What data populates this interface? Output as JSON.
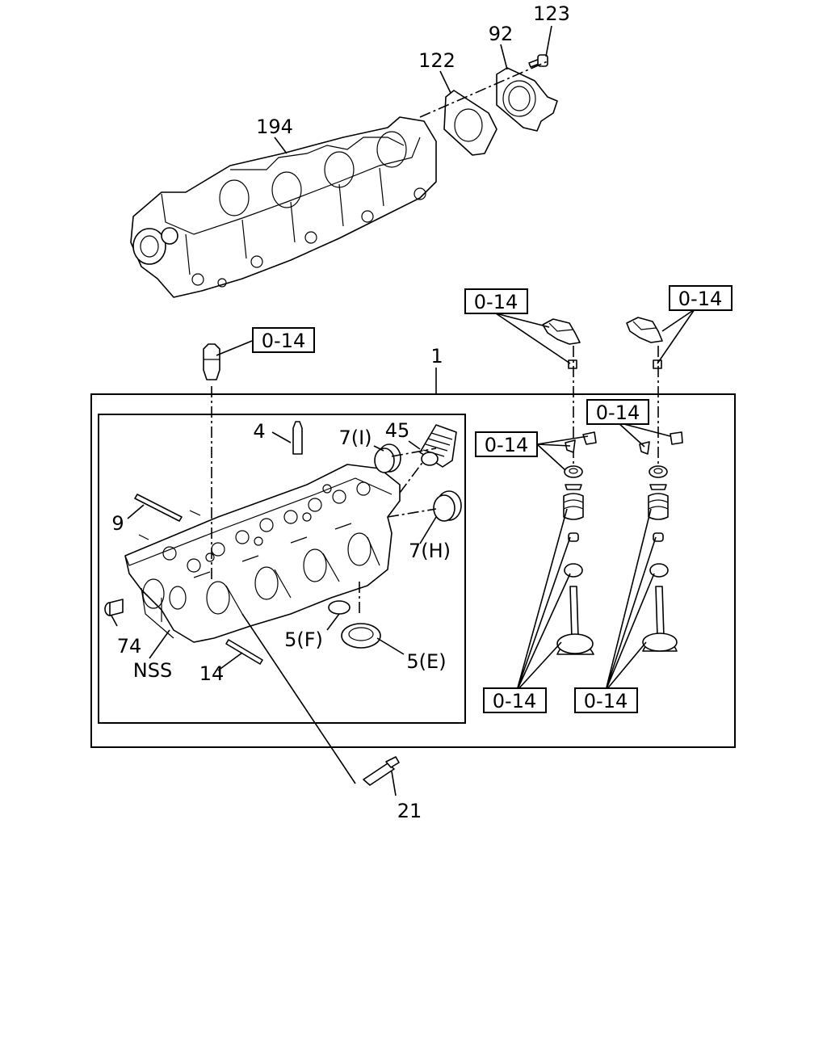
{
  "labels": {
    "p123": "123",
    "p92": "92",
    "p122": "122",
    "p194": "194",
    "p1": "1",
    "p4": "4",
    "p7i": "7(I)",
    "p45": "45",
    "p9": "9",
    "p7h": "7(H)",
    "p74": "74",
    "nss": "NSS",
    "p14": "14",
    "p5f": "5(F)",
    "p5e": "5(E)",
    "p21": "21"
  },
  "refs": {
    "ref_a": "0-14",
    "ref_b": "0-14",
    "ref_c": "0-14",
    "ref_d": "0-14",
    "ref_e": "0-14",
    "ref_f": "0-14",
    "ref_g": "0-14"
  }
}
